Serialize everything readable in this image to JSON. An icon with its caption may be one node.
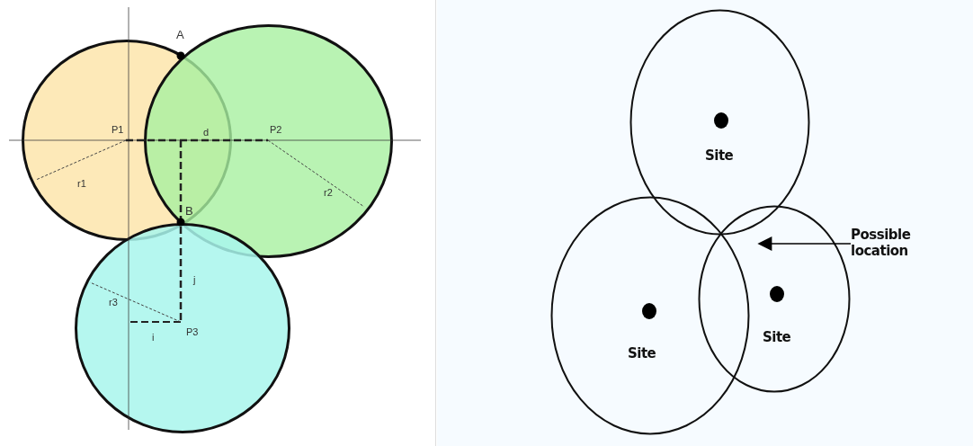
{
  "diagram": {
    "nodes": [
      {
        "text": [
          "P1",
          "r1"
        ]
      },
      {
        "text": [
          "P2",
          "r2"
        ]
      },
      {
        "text": [
          "j",
          "r3",
          "i",
          "P3"
        ]
      },
      {
        "text": [
          "Site"
        ]
      },
      {
        "text": [
          "Site"
        ]
      },
      {
        "text": [
          "Site"
        ]
      },
      {
        "text": [
          "Possible location"
        ]
      }
    ],
    "edges": [
      {
        "from": 6,
        "to": 5,
        "arrow": "to"
      }
    ],
    "labels": [
      "A",
      "d",
      "B"
    ]
  }
}
